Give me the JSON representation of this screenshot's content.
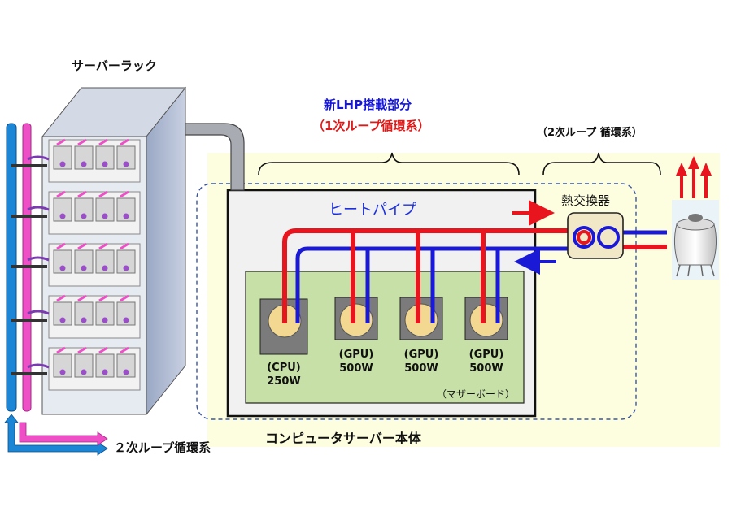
{
  "labels": {
    "server_rack": "サーバーラック",
    "new_lhp": "新LHP搭載部分",
    "primary_loop": "（1次ループ循環系）",
    "secondary_loop_top": "（2次ループ 循環系）",
    "heat_exchanger": "熱交換器",
    "heat_pipe": "ヒートパイプ",
    "motherboard": "（マザーボード）",
    "server_body": "コンピュータサーバー本体",
    "secondary_loop_bottom": "２次ループ循環系"
  },
  "chips": [
    {
      "name": "(CPU)",
      "power": "250W"
    },
    {
      "name": "(GPU)",
      "power": "500W"
    },
    {
      "name": "(GPU)",
      "power": "500W"
    },
    {
      "name": "(GPU)",
      "power": "500W"
    }
  ],
  "colors": {
    "hot_pipe": "#e8141e",
    "cold_pipe": "#1a1ad6",
    "coolant_blue": "#1c86d6",
    "coolant_pink": "#ee4fc6",
    "board_green": "#c6e0a8",
    "region_yellow": "#fdfde0",
    "chip_contact": "#f2d890"
  },
  "icons": [
    "cooling-tower-icon",
    "hot-air-arrow-icon",
    "flow-arrow-icon"
  ]
}
